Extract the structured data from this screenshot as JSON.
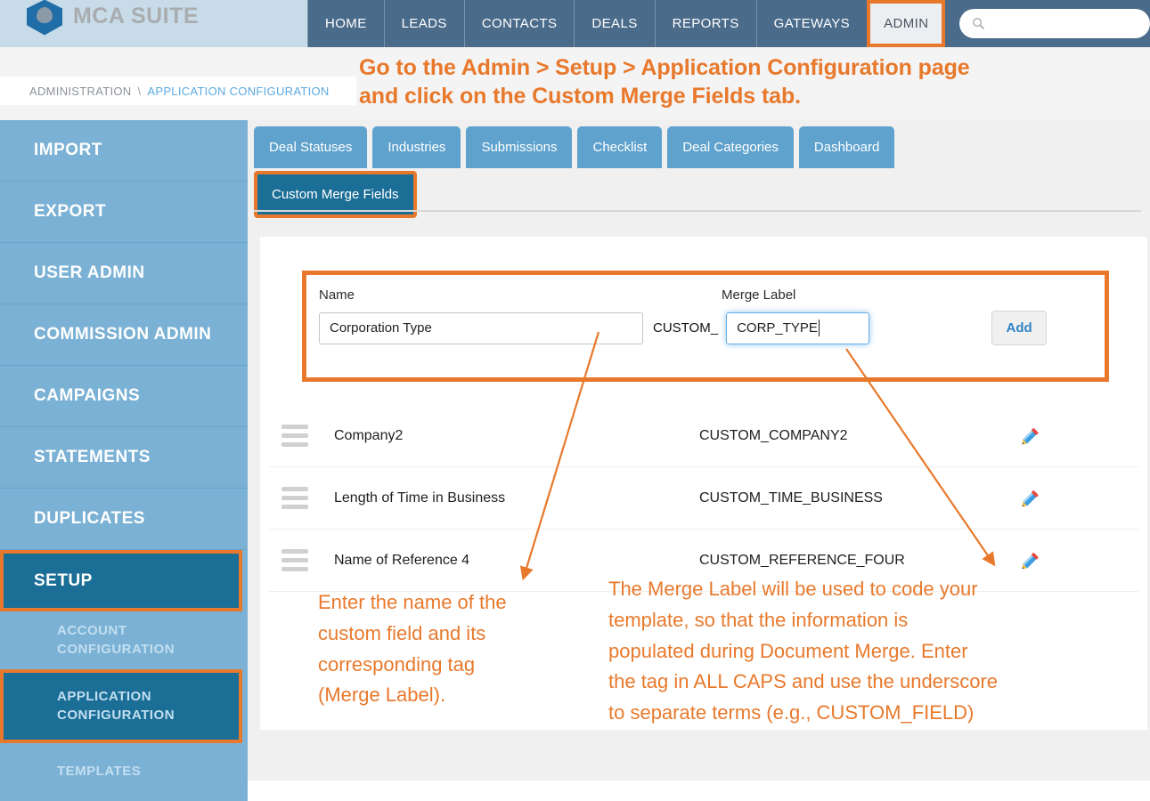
{
  "header": {
    "logo_text": "MCA SUITE",
    "logo_icon": "shield-logo-icon",
    "nav": [
      {
        "label": "HOME",
        "active": false
      },
      {
        "label": "LEADS",
        "active": false
      },
      {
        "label": "CONTACTS",
        "active": false
      },
      {
        "label": "DEALS",
        "active": false
      },
      {
        "label": "REPORTS",
        "active": false
      },
      {
        "label": "GATEWAYS",
        "active": false
      },
      {
        "label": "ADMIN",
        "active": true
      }
    ],
    "search": {
      "icon": "search-icon",
      "value": "",
      "placeholder": ""
    }
  },
  "breadcrumb": {
    "root": "ADMINISTRATION",
    "separator": "\\",
    "current": "APPLICATION CONFIGURATION"
  },
  "sidebar": {
    "items": [
      {
        "label": "IMPORT",
        "highlighted": false,
        "sub": false
      },
      {
        "label": "EXPORT",
        "highlighted": false,
        "sub": false
      },
      {
        "label": "USER ADMIN",
        "highlighted": false,
        "sub": false
      },
      {
        "label": "COMMISSION ADMIN",
        "highlighted": false,
        "sub": false
      },
      {
        "label": "CAMPAIGNS",
        "highlighted": false,
        "sub": false
      },
      {
        "label": "STATEMENTS",
        "highlighted": false,
        "sub": false
      },
      {
        "label": "DUPLICATES",
        "highlighted": false,
        "sub": false
      },
      {
        "label": "SETUP",
        "highlighted": true,
        "sub": false
      },
      {
        "label": "ACCOUNT CONFIGURATION",
        "highlighted": false,
        "sub": true
      },
      {
        "label": "APPLICATION CONFIGURATION",
        "highlighted": true,
        "sub": true
      },
      {
        "label": "TEMPLATES",
        "highlighted": false,
        "sub": true
      }
    ]
  },
  "main": {
    "tabs_row1": [
      {
        "label": "Deal Statuses"
      },
      {
        "label": "Industries"
      },
      {
        "label": "Submissions"
      },
      {
        "label": "Checklist"
      },
      {
        "label": "Deal Categories"
      },
      {
        "label": "Dashboard"
      }
    ],
    "tabs_row2": [
      {
        "label": "Custom Merge Fields",
        "active": true
      }
    ],
    "form": {
      "name_label": "Name",
      "merge_label_label": "Merge Label",
      "name_value": "Corporation Type",
      "prefix": "CUSTOM_",
      "merge_value": "CORP_TYPE",
      "add_label": "Add"
    },
    "rows": [
      {
        "handle": "drag-handle-icon",
        "name": "Company2",
        "merge_label": "CUSTOM_COMPANY2",
        "edit_icon": "pencil-icon"
      },
      {
        "handle": "drag-handle-icon",
        "name": "Length of Time in Business",
        "merge_label": "CUSTOM_TIME_BUSINESS",
        "edit_icon": "pencil-icon"
      },
      {
        "handle": "drag-handle-icon",
        "name": "Name of Reference 4",
        "merge_label": "CUSTOM_REFERENCE_FOUR",
        "edit_icon": "pencil-icon"
      }
    ]
  },
  "annotations": {
    "top": "Go to the Admin > Setup > Application Configuration page\nand click on the Custom  Merge Fields tab.",
    "left": "Enter the name of the\ncustom field and its\ncorresponding tag\n(Merge Label).",
    "right": "The Merge Label will be used to code your\ntemplate, so that the information is\npopulated during Document Merge.  Enter\nthe tag in ALL CAPS and use the underscore\nto separate terms (e.g., CUSTOM_FIELD)"
  },
  "colors": {
    "accent_orange": "#e8792c",
    "sidebar_blue": "#7bb1d4",
    "header_blue": "#4a6b8a",
    "active_dark_blue": "#1b6e96",
    "tab_blue": "#5fa2cd",
    "link_blue": "#5aa9e0"
  }
}
